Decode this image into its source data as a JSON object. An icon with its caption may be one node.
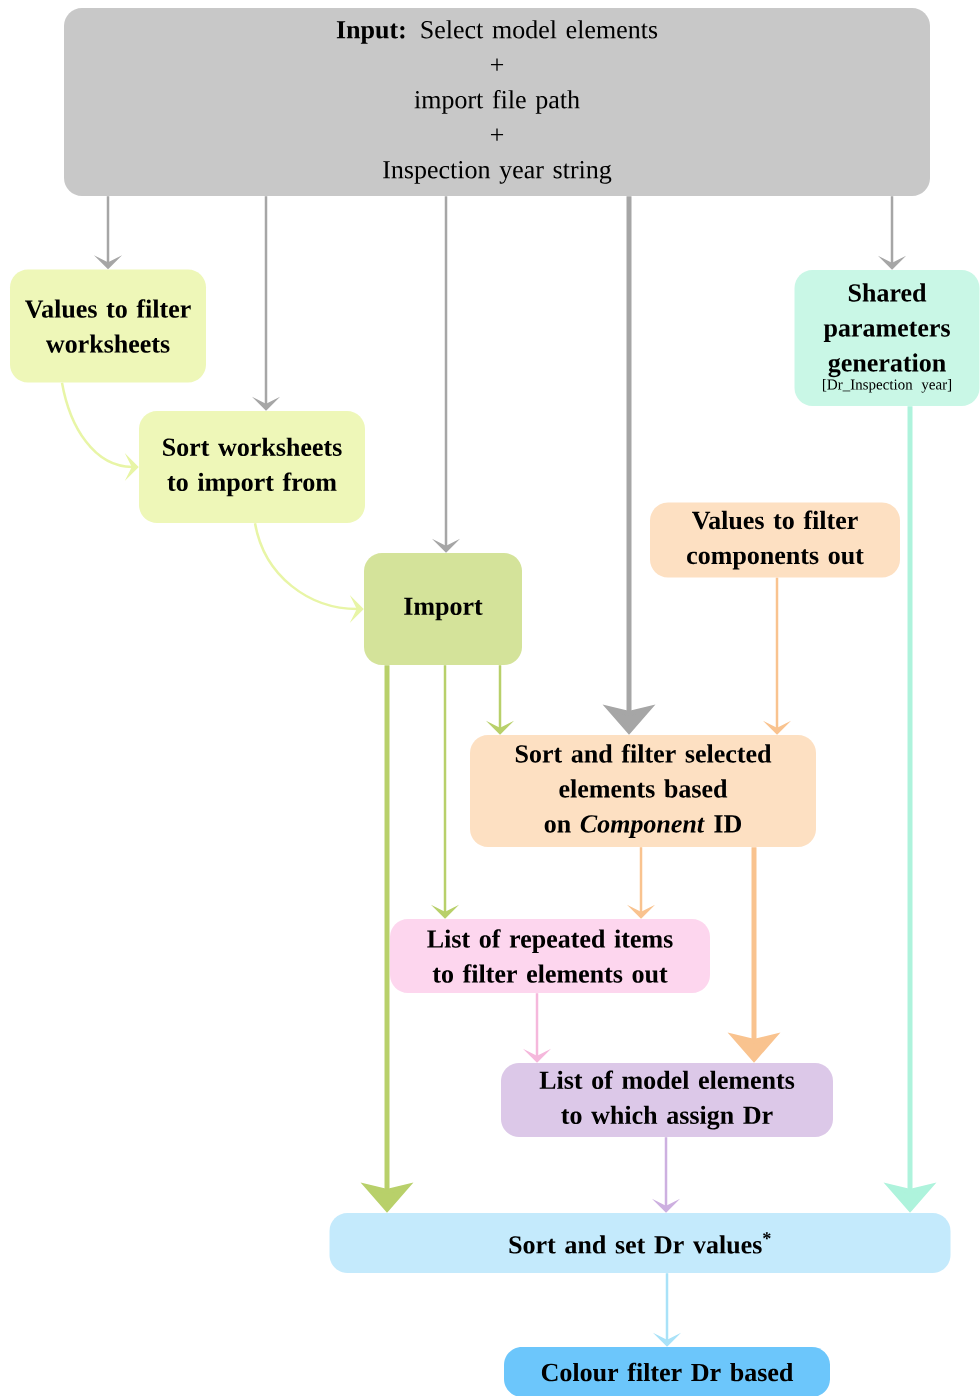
{
  "diagram": {
    "nodes": [
      {
        "text": [
          "**Input:** Select model elements",
          "+",
          "import file path",
          "+",
          "Inspection year string"
        ]
      },
      {
        "text": [
          "Values to filter worksheets"
        ]
      },
      {
        "text": [
          "Sort worksheets to import from"
        ]
      },
      {
        "text": [
          "Import"
        ]
      },
      {
        "text": [
          "Values to filter components out"
        ]
      },
      {
        "text": [
          "Sort and filter selected elements based on *Component* ID"
        ]
      },
      {
        "text": [
          "Shared parameters generation",
          "[Dr_Inspection year]"
        ]
      },
      {
        "text": [
          "List of repeated items to filter elements out"
        ]
      },
      {
        "text": [
          "List of model elements to which assign Dr"
        ]
      },
      {
        "text": [
          "Sort and set Dr values$^{*}$"
        ]
      },
      {
        "text": [
          "Colour filter Dr based"
        ]
      }
    ],
    "edges": [
      {
        "from": 0,
        "to": 1,
        "arrow": "to"
      },
      {
        "from": 0,
        "to": 2,
        "arrow": "to"
      },
      {
        "from": 0,
        "to": 3,
        "arrow": "to"
      },
      {
        "from": 0,
        "to": 5,
        "arrow": "to",
        "style": "thick"
      },
      {
        "from": 0,
        "to": 6,
        "arrow": "to"
      },
      {
        "from": 1,
        "to": 2,
        "arrow": "to",
        "color": "#e8f5a6"
      },
      {
        "from": 2,
        "to": 3,
        "arrow": "to",
        "color": "#e8f5a6"
      },
      {
        "from": 3,
        "to": 5,
        "arrow": "to",
        "color": "#b8d06a"
      },
      {
        "from": 3,
        "to": 7,
        "arrow": "to",
        "color": "#b8d06a"
      },
      {
        "from": 3,
        "to": 9,
        "arrow": "to",
        "style": "thick",
        "color": "#b8d06a"
      },
      {
        "from": 4,
        "to": 5,
        "arrow": "to",
        "color": "#f9c38f"
      },
      {
        "from": 5,
        "to": 7,
        "arrow": "to",
        "color": "#f9c38f"
      },
      {
        "from": 5,
        "to": 8,
        "arrow": "to",
        "style": "thick",
        "color": "#f9c38f"
      },
      {
        "from": 7,
        "to": 8,
        "arrow": "to",
        "color": "#f5b8dc"
      },
      {
        "from": 8,
        "to": 9,
        "arrow": "to",
        "color": "#cdb0e0"
      },
      {
        "from": 6,
        "to": 9,
        "arrow": "to",
        "style": "thick",
        "color": "#aef3dc"
      },
      {
        "from": 9,
        "to": 10,
        "arrow": "to",
        "color": "#a9e2f8"
      }
    ]
  }
}
